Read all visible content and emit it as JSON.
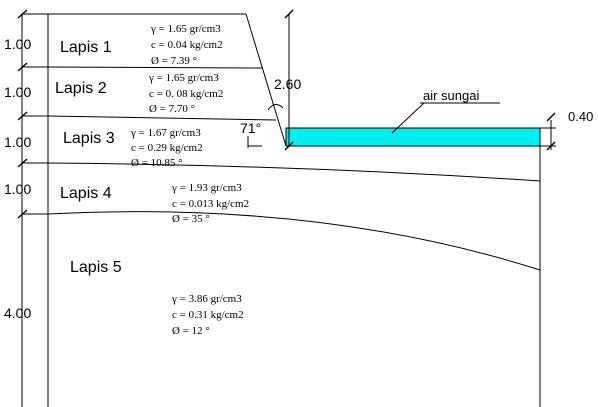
{
  "colors": {
    "water": "#00f0f0",
    "line": "#000000",
    "background": "#ffffff"
  },
  "left_dims": [
    "1.00",
    "1.00",
    "1.00",
    "1.00",
    "4.00"
  ],
  "right_dims": {
    "depth": "2.60",
    "water": "0.40"
  },
  "slope_angle": "71°",
  "water_label": "air sungai",
  "layers": [
    {
      "name": "Lapis 1",
      "gamma": "γ  = 1.65 gr/cm3",
      "c": "c  = 0.04 kg/cm2",
      "phi": "Ø = 7.39  °"
    },
    {
      "name": "Lapis 2",
      "gamma": "γ  = 1.65  gr/cm3",
      "c": "c  = 0. 08 kg/cm2",
      "phi": "Ø = 7.70  °"
    },
    {
      "name": "Lapis 3",
      "gamma": "γ  = 1.67 gr/cm3",
      "c": "c  = 0.29 kg/cm2",
      "phi": "Ø = 10.85  °"
    },
    {
      "name": "Lapis 4",
      "gamma": "γ  = 1.93 gr/cm3",
      "c": "c  = 0.013 kg/cm2",
      "phi": "Ø = 35  °"
    },
    {
      "name": "Lapis 5",
      "gamma": "γ  = 3.86 gr/cm3",
      "c": "c  = 0.31 kg/cm2",
      "phi": "Ø = 12  °"
    }
  ]
}
